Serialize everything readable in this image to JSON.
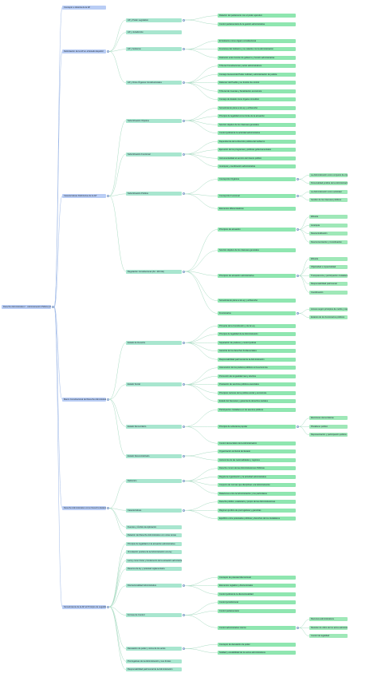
{
  "root": {
    "label": "Derecho Administrativo I - Administración Pública (2ª)",
    "children": [
      {
        "label": "Concepto e Historia de la AP",
        "children": []
      },
      {
        "label": "Delimitación de la AP en el Estado Español",
        "children": [
          {
            "label": "AP y Poder Legislativo",
            "children": [
              {
                "label": "Relación del parlamento con el poder ejecutivo",
                "children": []
              },
              {
                "label": "Control parlamentario de la gestión administrativa",
                "children": []
              }
            ]
          },
          {
            "label": "AP y Jurisdicción",
            "children": []
          },
          {
            "label": "AP y Gobierno",
            "children": [
              {
                "label": "El Gobierno como órgano constitucional",
                "children": []
              },
              {
                "label": "Funciones del Gobierno y su relación con la Administración",
                "children": []
              },
              {
                "label": "Distinción entre función de gobierno y función administrativa",
                "children": []
              }
            ]
          },
          {
            "label": "AP y Otros Órganos Constitucionales",
            "children": [
              {
                "label": "Tribunal Constitucional y actos administrativos",
                "children": []
              },
              {
                "label": "Consejo General del Poder Judicial y administración de justicia",
                "children": []
              },
              {
                "label": "Defensor del Pueblo y su función de control",
                "children": []
              },
              {
                "label": "Tribunal de Cuentas y fiscalización económica",
                "children": []
              },
              {
                "label": "Consejo de Estado como órgano consultivo",
                "children": []
              }
            ]
          }
        ]
      },
      {
        "label": "Características Definitorias de la AP",
        "children": [
          {
            "label": "Subordinación Objetiva",
            "children": [
              {
                "label": "Sometimiento pleno a la Ley y al Derecho",
                "children": []
              },
              {
                "label": "Principio de legalidad como límite de la actuación",
                "children": []
              },
              {
                "label": "Servicio objetivo de los intereses generales",
                "children": []
              },
              {
                "label": "Control judicial de la actividad administrativa",
                "children": []
              }
            ]
          },
          {
            "label": "Subordinación Funcional",
            "children": [
              {
                "label": "Dependencia de la dirección política del Gobierno",
                "children": []
              },
              {
                "label": "Ejecución de los programas y políticas gubernamentales",
                "children": []
              },
              {
                "label": "Instrumentalidad al servicio del interés público",
                "children": []
              },
              {
                "label": "Jerarquía y coordinación administrativa",
                "children": []
              }
            ]
          },
          {
            "label": "Subordinación Política",
            "children": [
              {
                "label": "Concepción Orgánica",
                "children": [
                  {
                    "label": "La Administración como conjunto de órganos",
                    "children": []
                  },
                  {
                    "label": "Personalidad jurídica de la Administración",
                    "children": []
                  }
                ]
              },
              {
                "label": "Concepción Funcional",
                "children": [
                  {
                    "label": "La Administración como actividad",
                    "children": []
                  },
                  {
                    "label": "Gestión de los intereses públicos",
                    "children": []
                  }
                ]
              },
              {
                "label": "Elementos diferenciadores",
                "children": []
              }
            ]
          },
          {
            "label": "Regulación Constitucional (Art. 103 CE)",
            "children": [
              {
                "label": "Principios de actuación",
                "children": [
                  {
                    "label": "Eficacia",
                    "children": []
                  },
                  {
                    "label": "Jerarquía",
                    "children": []
                  },
                  {
                    "label": "Descentralización",
                    "children": []
                  },
                  {
                    "label": "Desconcentración y Coordinación",
                    "children": []
                  }
                ]
              },
              {
                "label": "Servicio objetivo de los intereses generales",
                "children": []
              },
              {
                "label": "Principios de actuación administrativa",
                "children": [
                  {
                    "label": "Eficacia",
                    "children": []
                  },
                  {
                    "label": "Objetividad e imparcialidad",
                    "children": []
                  },
                  {
                    "label": "Transparencia y participación ciudadana",
                    "children": []
                  },
                  {
                    "label": "Responsabilidad patrimonial",
                    "children": []
                  },
                  {
                    "label": "Coordinación",
                    "children": []
                  }
                ]
              },
              {
                "label": "Sometimiento pleno a la Ley y al Derecho",
                "children": []
              },
              {
                "label": "Funcionarios",
                "children": [
                  {
                    "label": "Acceso según principios de mérito y capacidad",
                    "children": []
                  },
                  {
                    "label": "Estatuto de los funcionarios públicos",
                    "children": []
                  }
                ]
              }
            ]
          }
        ]
      },
      {
        "label": "Marco Constitucional del Derecho Administrativo",
        "children": [
          {
            "label": "Estado de Derecho",
            "children": [
              {
                "label": "Primacía de la Constitución y de la Ley",
                "children": []
              },
              {
                "label": "Principio de legalidad de la Administración",
                "children": []
              },
              {
                "label": "Separación de poderes y control judicial",
                "children": []
              },
              {
                "label": "Garantía de los derechos fundamentales",
                "children": []
              },
              {
                "label": "Responsabilidad patrimonial de la Administración",
                "children": []
              }
            ]
          },
          {
            "label": "Estado Social",
            "children": [
              {
                "label": "Intervención de los poderes públicos en la economía",
                "children": []
              },
              {
                "label": "Promoción de la igualdad real y efectiva",
                "children": []
              },
              {
                "label": "Prestación de servicios públicos esenciales",
                "children": []
              },
              {
                "label": "Principios rectores de la política social y económica",
                "children": []
              },
              {
                "label": "Estado del bienestar y garantía de derechos sociales",
                "children": []
              }
            ]
          },
          {
            "label": "Estado Democrático",
            "children": [
              {
                "label": "Participación ciudadana en los asuntos públicos",
                "children": []
              },
              {
                "label": "Principio de soberanía popular",
                "children": [
                  {
                    "label": "Elecciones democráticas",
                    "children": []
                  },
                  {
                    "label": "Pluralismo político",
                    "children": []
                  },
                  {
                    "label": "Representación y participación política",
                    "children": []
                  }
                ]
              },
              {
                "label": "Control democrático de la Administración",
                "children": []
              }
            ]
          },
          {
            "label": "Estado Descentralizado",
            "children": [
              {
                "label": "Organización territorial del Estado",
                "children": []
              },
              {
                "label": "Autonomía de las nacionalidades y regiones",
                "children": []
              }
            ]
          }
        ]
      },
      {
        "label": "Derecho Administrativo como Derecho Estatutario",
        "children": [
          {
            "label": "Definición",
            "children": [
              {
                "label": "Derecho común de las Administraciones Públicas",
                "children": []
              },
              {
                "label": "Regula la organización y la actividad administrativa",
                "children": []
              },
              {
                "label": "Conjunto de normas que disciplinan a la Administración",
                "children": []
              },
              {
                "label": "Relaciones entre la Administración y los particulares",
                "children": []
              }
            ]
          },
          {
            "label": "Características",
            "children": [
              {
                "label": "Derecho público, estatutario y propio de las Administraciones",
                "children": []
              },
              {
                "label": "Régimen jurídico de prerrogativas y garantías",
                "children": []
              },
              {
                "label": "Equilibrio entre potestades públicas y derechos de los ciudadanos",
                "children": []
              }
            ]
          },
          {
            "label": "Fuentes y Ámbito de Aplicación",
            "children": []
          },
          {
            "label": "Relación del Derecho Administrativo con otras ramas",
            "children": []
          }
        ]
      },
      {
        "label": "Sometimiento de la AP al Principio de Legalidad",
        "children": [
          {
            "label": "Principio de legalidad en la actuación administrativa",
            "children": []
          },
          {
            "label": "Vinculación positiva de la Administración a la ley",
            "children": []
          },
          {
            "label": "La ley como límite y fundamento de la actuación administrativa",
            "children": []
          },
          {
            "label": "Reserva de ley y potestad reglamentaria",
            "children": []
          },
          {
            "label": "Discrecionalidad Administrativa",
            "children": [
              {
                "label": "Concepto de potestad discrecional",
                "children": []
              },
              {
                "label": "Elementos reglados y discrecionales",
                "children": []
              },
              {
                "label": "Control judicial de la discrecionalidad",
                "children": []
              }
            ]
          },
          {
            "label": "Formas de Control",
            "children": [
              {
                "label": "Control jurisdiccional",
                "children": []
              },
              {
                "label": "Control parlamentario",
                "children": []
              },
              {
                "label": "Control administrativo interno",
                "children": [
                  {
                    "label": "Recursos administrativos",
                    "children": []
                  },
                  {
                    "label": "Revisión de oficio de los actos administrativos",
                    "children": []
                  },
                  {
                    "label": "Control de legalidad",
                    "children": []
                  }
                ]
              }
            ]
          },
          {
            "label": "Desviación de poder y vicios de los actos",
            "children": [
              {
                "label": "Concepto de desviación de poder",
                "children": []
              },
              {
                "label": "Nulidad y anulabilidad de los actos administrativos",
                "children": []
              }
            ]
          },
          {
            "label": "Prerrogativas de la Administración y sus límites",
            "children": []
          },
          {
            "label": "Responsabilidad patrimonial de la Administración",
            "children": []
          }
        ]
      }
    ]
  }
}
